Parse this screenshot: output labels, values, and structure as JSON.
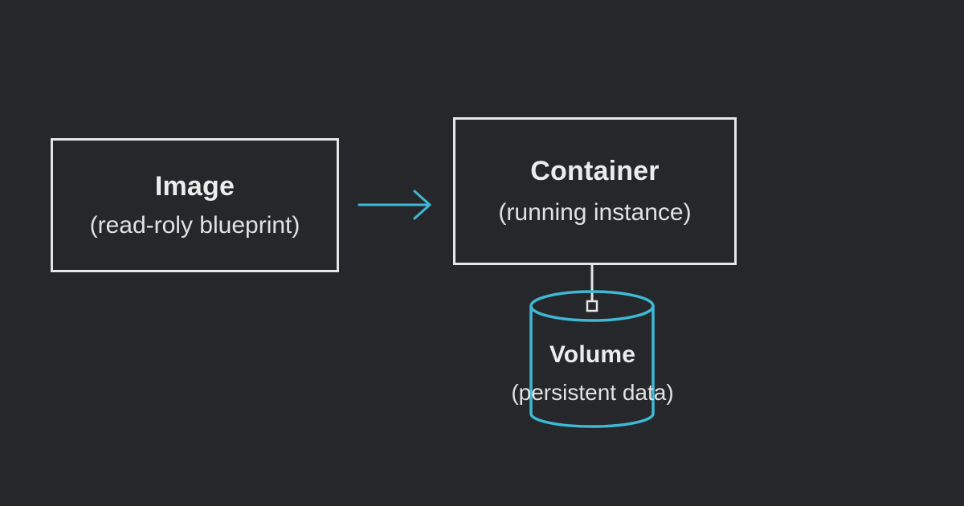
{
  "diagram": {
    "image": {
      "title": "Image",
      "subtitle": "(read-roly blueprint)"
    },
    "container": {
      "title": "Container",
      "subtitle": "(running instance)"
    },
    "volume": {
      "title": "Volume",
      "subtitle": "(persistent data)"
    },
    "colors": {
      "background": "#25272b",
      "box_stroke": "#e6e6e6",
      "accent": "#3fb8d4"
    }
  }
}
